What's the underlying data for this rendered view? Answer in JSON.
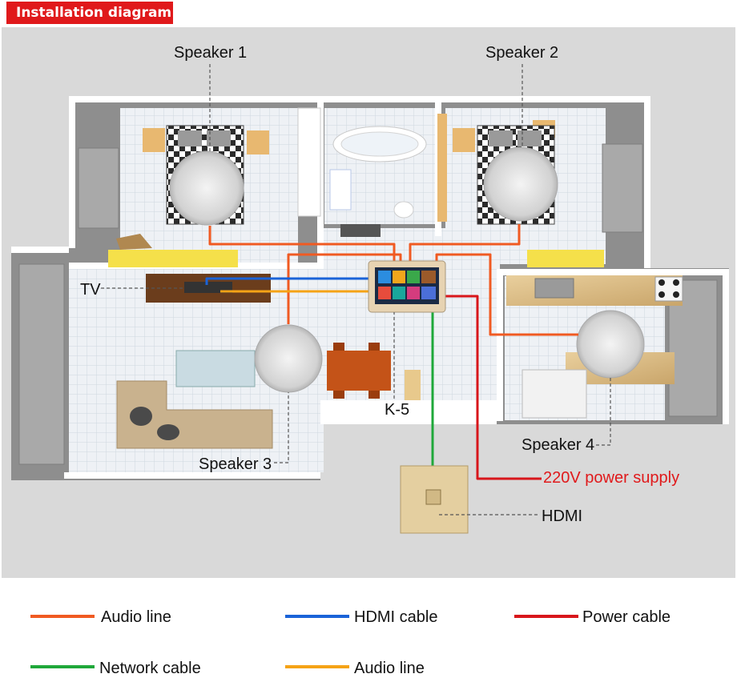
{
  "header": {
    "title": "Installation diagram"
  },
  "labels": {
    "speaker1": "Speaker 1",
    "speaker2": "Speaker 2",
    "speaker3": "Speaker 3",
    "speaker4": "Speaker 4",
    "tv": "TV",
    "controller": "K-5",
    "power": "220V power supply",
    "hdmi": "HDMI"
  },
  "legend": [
    {
      "label": "Audio line",
      "color": "#f05a22"
    },
    {
      "label": "HDMI cable",
      "color": "#1a63d8"
    },
    {
      "label": "Power cable",
      "color": "#d8161b"
    },
    {
      "label": "Network cable",
      "color": "#1fa83a"
    },
    {
      "label": "Audio line",
      "color": "#f5a316"
    }
  ],
  "colors": {
    "audio": "#f05a22",
    "hdmi": "#1a63d8",
    "power": "#d8161b",
    "network": "#1fa83a",
    "audio_alt": "#f5a316",
    "accent": "#e0191b"
  }
}
